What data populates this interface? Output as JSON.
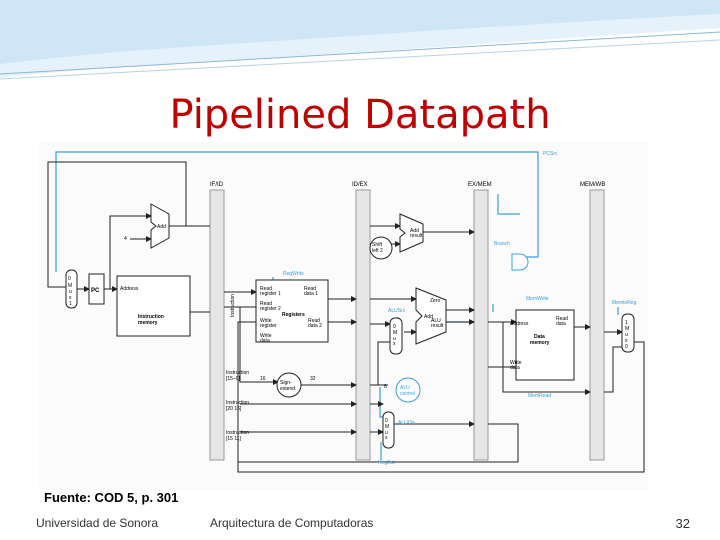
{
  "slide": {
    "title": "Pipelined Datapath",
    "source": "Fuente: COD 5, p. 301",
    "footer_left": "Universidad de Sonora",
    "footer_center": "Arquitectura de Computadoras",
    "page_number": "32"
  },
  "colors": {
    "title": "#c00000",
    "control": "#3aa0d8",
    "banner": "#cfe6f6"
  },
  "diagram": {
    "stage_registers": [
      "IF/ID",
      "ID/EX",
      "EX/MEM",
      "MEM/WB"
    ],
    "blocks": {
      "pc": "PC",
      "mux": [
        "0",
        "M",
        "u",
        "x",
        "1"
      ],
      "adder1": "Add",
      "const4": "4",
      "instr_mem_address": "Address",
      "instr_mem_label": [
        "Instruction",
        "memory"
      ],
      "instruction_bus": "Instruction",
      "registers": "Registers",
      "read_reg1": [
        "Read",
        "register 1"
      ],
      "read_reg2": [
        "Read",
        "register 2"
      ],
      "write_reg": [
        "Write",
        "register"
      ],
      "write_data": [
        "Write",
        "data"
      ],
      "read_data1": [
        "Read",
        "data 1"
      ],
      "read_data2": [
        "Read",
        "data 2"
      ],
      "sign_extend": [
        "Sign-",
        "extend"
      ],
      "bits_in": "16",
      "bits_out": "32",
      "shift": [
        "Shift",
        "left 2"
      ],
      "add_result": [
        "Add",
        "result"
      ],
      "alu": "ALU",
      "alu_add": "Add",
      "alu_zero": "Zero",
      "alu_result": [
        "ALU",
        "result"
      ],
      "alu_control": [
        "ALU",
        "control"
      ],
      "alu_six": "6",
      "data_mem_address": "Address",
      "data_mem_read": [
        "Read",
        "data"
      ],
      "data_mem_label": [
        "Data",
        "memory"
      ],
      "data_mem_write": [
        "Write",
        "data"
      ],
      "instr_15_0": [
        "Instruction",
        "[15–0]"
      ],
      "instr_20_16": [
        "Instruction",
        "[20 16]"
      ],
      "instr_15_11": [
        "Instruction",
        "[15 11]"
      ]
    },
    "control_signals": {
      "pcsrc": "PCSrc",
      "regwrite": "RegWrite",
      "branch": "Branch",
      "memwrite": "MemWrite",
      "memtoreg": "MemtoReg",
      "alusrc": "ALUSrc",
      "aluop": "ALUOp",
      "memread": "MemRead",
      "regdst": "RegDst"
    }
  }
}
